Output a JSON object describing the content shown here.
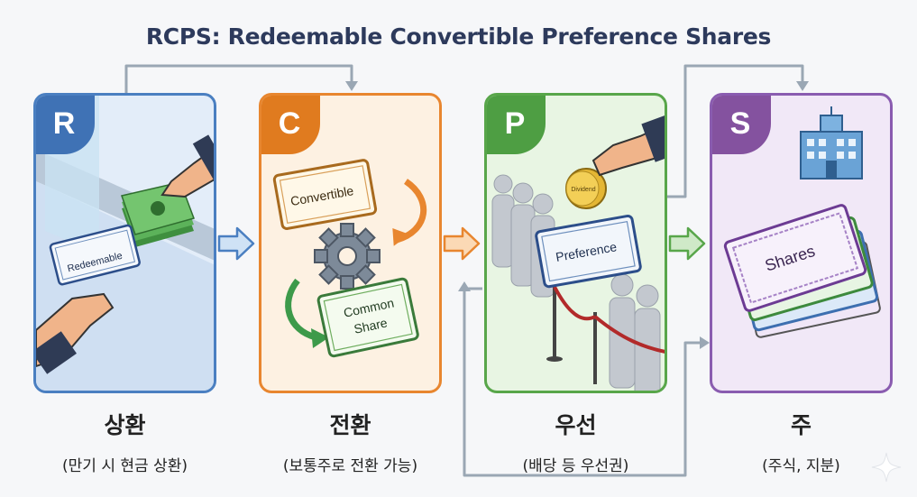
{
  "title": "RCPS: Redeemable Convertible Preference Shares",
  "colors": {
    "redeemable": "#4a7fc1",
    "convertible": "#e8862f",
    "preference": "#58a64a",
    "shares": "#8a5cb0",
    "connector": "#9aa7b4"
  },
  "cards": [
    {
      "letter": "R",
      "label": "Redeemable",
      "ko": "상환",
      "sub": "(만기 시 현금 상환)"
    },
    {
      "letter": "C",
      "label1": "Convertible",
      "label2": "Common",
      "label3": "Share",
      "ko": "전환",
      "sub": "(보통주로 전환 가능)"
    },
    {
      "letter": "P",
      "label": "Preference",
      "coin": "Dividend",
      "ko": "우선",
      "sub": "(배당 등 우선권)"
    },
    {
      "letter": "S",
      "label": "Shares",
      "ko": "주",
      "sub": "(주식, 지분)"
    }
  ],
  "icons": [
    "hand-icon",
    "cash-icon",
    "gear-icon",
    "cycle-arrow-icon",
    "coin-icon",
    "people-queue-icon",
    "building-icon",
    "certificate-stack-icon",
    "sparkle-icon"
  ]
}
